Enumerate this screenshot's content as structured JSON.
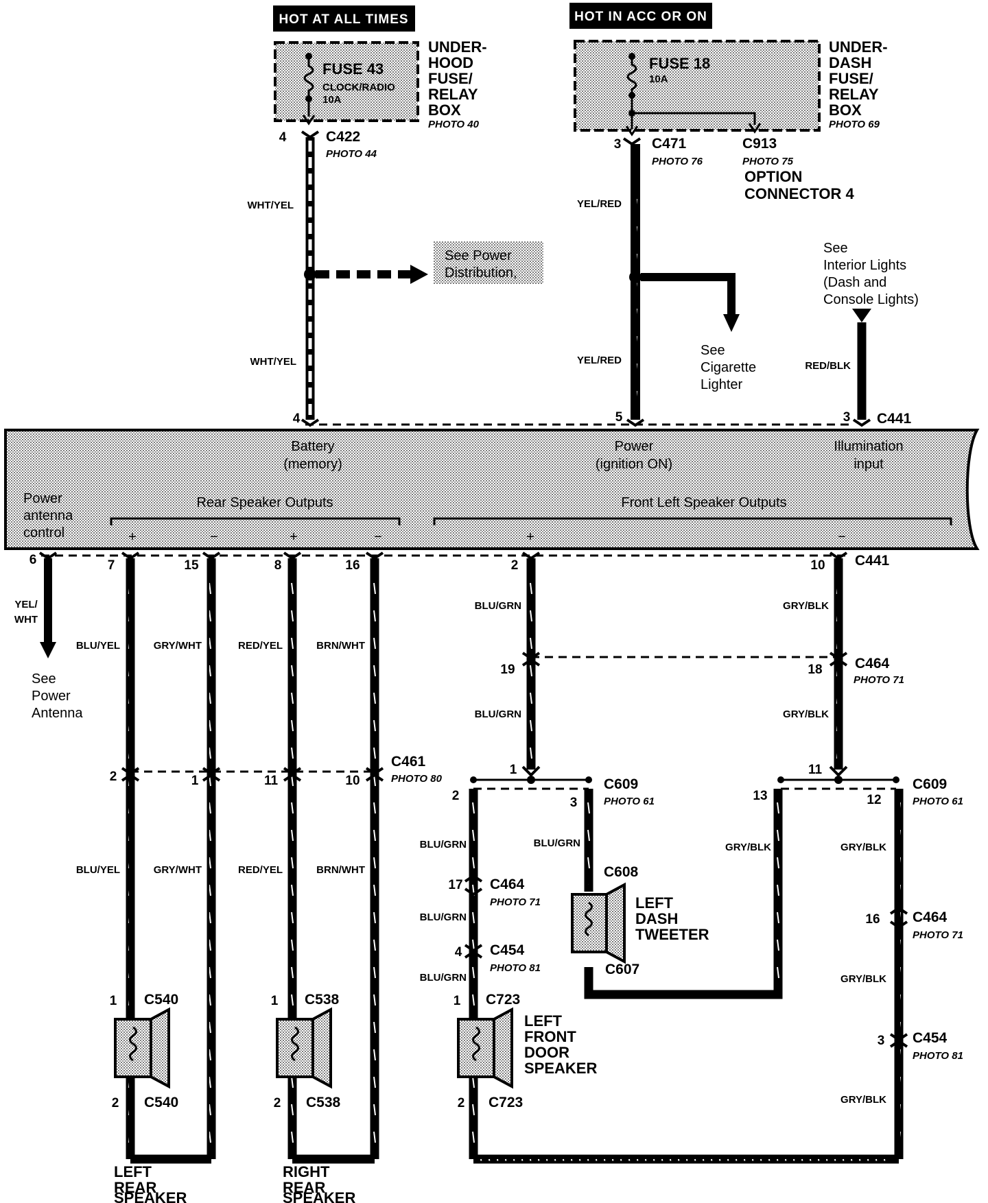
{
  "header": {
    "hot_at_all_times": "HOT AT ALL TIMES",
    "hot_in_acc": "HOT IN ACC OR ON"
  },
  "fuse43": {
    "name": "FUSE 43",
    "desc": "CLOCK/RADIO",
    "rating": "10A",
    "box": [
      "UNDER-",
      "HOOD",
      "FUSE/",
      "RELAY",
      "BOX"
    ],
    "photo": "PHOTO 40"
  },
  "fuse18": {
    "name": "FUSE 18",
    "rating": "10A",
    "box": [
      "UNDER-",
      "DASH",
      "FUSE/",
      "RELAY",
      "BOX"
    ],
    "photo": "PHOTO 69"
  },
  "top": {
    "c422": "C422",
    "c422_photo": "PHOTO 44",
    "c422_pin": "4",
    "c471": "C471",
    "c471_photo": "PHOTO 76",
    "c471_pin": "3",
    "c913": "C913",
    "c913_photo": "PHOTO 75",
    "option1": "OPTION",
    "option2": "CONNECTOR 4",
    "wht_yel_1": "WHT/YEL",
    "wht_yel_2": "WHT/YEL",
    "yel_red_1": "YEL/RED",
    "yel_red_2": "YEL/RED",
    "red_blk": "RED/BLK",
    "see_power_dist": [
      "See Power",
      "Distribution,"
    ],
    "see_cig": [
      "See",
      "Cigarette",
      "Lighter"
    ],
    "see_interior": [
      "See",
      "Interior Lights",
      "(Dash and",
      "Console Lights)"
    ],
    "pin_batt": "4",
    "pin_power": "5",
    "pin_illum": "3",
    "c441_top": "C441"
  },
  "module": {
    "battery": [
      "Battery",
      "(memory)"
    ],
    "power": [
      "Power",
      "(ignition ON)"
    ],
    "illum": [
      "Illumination",
      "input"
    ],
    "power_antenna": [
      "Power",
      "antenna",
      "control"
    ],
    "rear_outputs": "Rear Speaker Outputs",
    "front_left_outputs": "Front Left Speaker Outputs",
    "signs": [
      "+",
      "−",
      "+",
      "−",
      "+",
      "−"
    ]
  },
  "bottom_pins": {
    "p6": "6",
    "p7": "7",
    "p15": "15",
    "p8": "8",
    "p16": "16",
    "p2": "2",
    "p10": "10",
    "c441": "C441"
  },
  "wires": {
    "yel_wht": [
      "YEL/",
      "WHT"
    ],
    "blu_yel": "BLU/YEL",
    "gry_wht": "GRY/WHT",
    "red_yel": "RED/YEL",
    "brn_wht": "BRN/WHT",
    "blu_grn": "BLU/GRN",
    "gry_blk": "GRY/BLK"
  },
  "see_power_antenna": [
    "See",
    "Power",
    "Antenna"
  ],
  "c464": {
    "name": "C464",
    "photo": "PHOTO 71",
    "pin19": "19",
    "pin18": "18",
    "pin17": "17",
    "pin16": "16"
  },
  "c461": {
    "name": "C461",
    "photo": "PHOTO 80",
    "pin2": "2",
    "pin1": "1",
    "pin11": "11",
    "pin10": "10"
  },
  "c609": {
    "name": "C609",
    "photo": "PHOTO 61",
    "pin1": "1",
    "pin2": "2",
    "pin3": "3",
    "pin11": "11",
    "pin13": "13",
    "pin12": "12"
  },
  "c608": "C608",
  "c607": "C607",
  "tweeter": [
    "LEFT",
    "DASH",
    "TWEETER"
  ],
  "c454": {
    "name": "C454",
    "photo": "PHOTO 81",
    "pin4": "4",
    "pin3": "3"
  },
  "c723": {
    "name": "C723",
    "pin1": "1",
    "pin2": "2"
  },
  "front_door": [
    "LEFT",
    "FRONT",
    "DOOR",
    "SPEAKER"
  ],
  "c540": {
    "name": "C540",
    "pin1": "1",
    "pin2": "2"
  },
  "c538": {
    "name": "C538",
    "pin1": "1",
    "pin2": "2"
  },
  "left_rear": [
    "LEFT",
    "REAR",
    "SPEAKER"
  ],
  "right_rear": [
    "RIGHT",
    "REAR",
    "SPEAKER"
  ]
}
